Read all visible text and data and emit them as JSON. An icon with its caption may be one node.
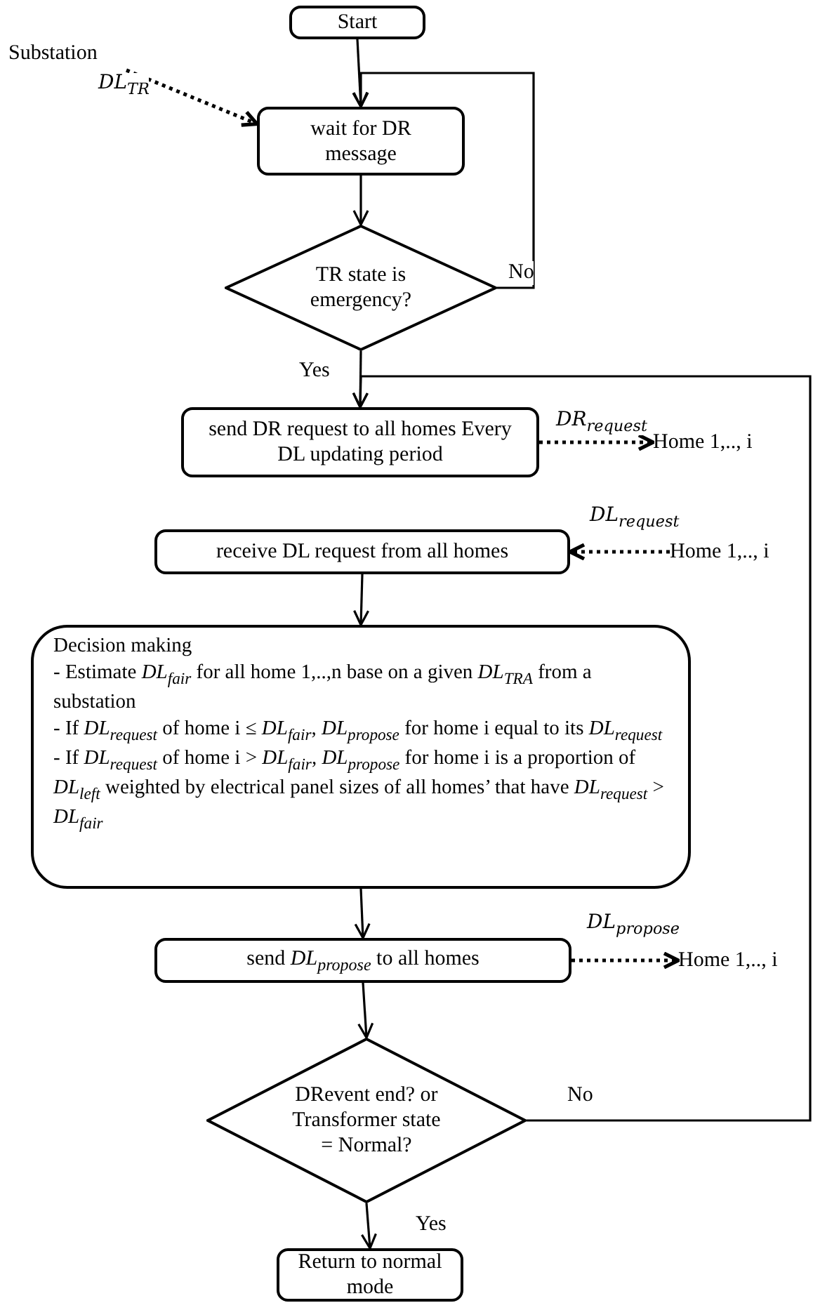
{
  "diagram": {
    "nodes": [
      {
        "text": [
          "Start"
        ]
      },
      {
        "text": [
          "Substation"
        ]
      },
      {
        "text": [
          "wait for DR message"
        ]
      },
      {
        "text": [
          "TR state is emergency?"
        ]
      },
      {
        "text": [
          "send DR request to all homes Every DL updating period"
        ]
      },
      {
        "text": [
          "Home 1,.., i"
        ]
      },
      {
        "text": [
          "receive DL request from all homes"
        ]
      },
      {
        "text": [
          "Home 1,.., i"
        ]
      },
      {
        "text": [
          "Decision making",
          "- Estimate *DL*$_{fair}$ for all home 1,..,n base on a given *DL*$_{TRA}$ from a substation",
          "- If *DL*$_{request}$ of home i ≤ *DL*$_{fair}$, *DL*$_{propose}$ for home i equal to its *DL*$_{request}$",
          "- If *DL*$_{request}$ of home i > *DL*$_{fair}$, *DL*$_{propose}$ for home i is a proportion of *DL*$_{left}$ weighted by electrical panel sizes of all homes’ that have *DL*$_{request}$ > *DL*$_{fair}$"
        ]
      },
      {
        "text": [
          "send *DL*$_{propose}$ to all homes"
        ]
      },
      {
        "text": [
          "Home 1,.., i"
        ]
      },
      {
        "text": [
          "DRevent end? or Transformer state = Normal?"
        ]
      },
      {
        "text": [
          "Return to normal mode"
        ]
      }
    ],
    "edges": [
      {
        "from": 0,
        "to": 2,
        "arrow": "to"
      },
      {
        "from": 1,
        "to": 2,
        "arrow": "to",
        "style": "dashed",
        "label": "DL$_{TR}$"
      },
      {
        "from": 2,
        "to": 3,
        "arrow": "to"
      },
      {
        "from": 3,
        "to": 2,
        "arrow": "to",
        "label": "No"
      },
      {
        "from": 3,
        "to": 4,
        "arrow": "to",
        "label": "Yes"
      },
      {
        "from": 4,
        "to": 5,
        "arrow": "to",
        "style": "dashed",
        "label": "DR$_{request}$"
      },
      {
        "from": 7,
        "to": 6,
        "arrow": "to",
        "style": "dashed",
        "label": "DL$_{request}$"
      },
      {
        "from": 6,
        "to": 8,
        "arrow": "to"
      },
      {
        "from": 8,
        "to": 9,
        "arrow": "to"
      },
      {
        "from": 9,
        "to": 10,
        "arrow": "to",
        "style": "dashed",
        "label": "DL$_{propose}$"
      },
      {
        "from": 9,
        "to": 11,
        "arrow": "to"
      },
      {
        "from": 11,
        "to": 4,
        "arrow": "to",
        "label": "No"
      },
      {
        "from": 11,
        "to": 12,
        "arrow": "to",
        "label": "Yes"
      }
    ]
  }
}
